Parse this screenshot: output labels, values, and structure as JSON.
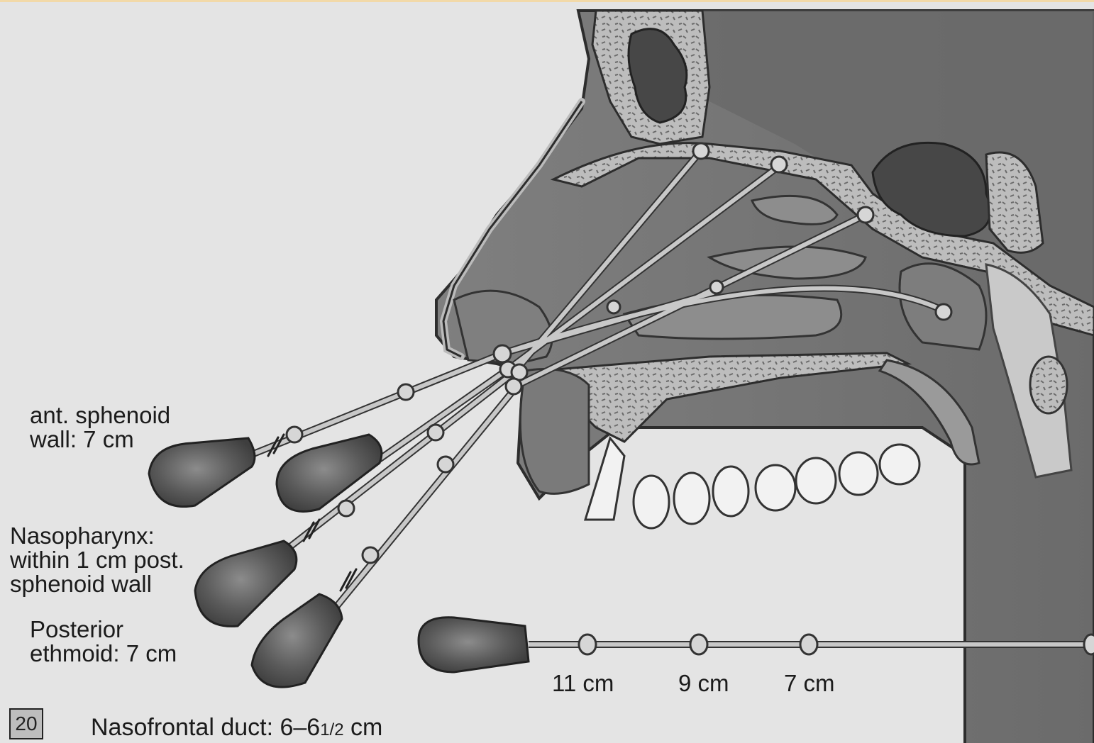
{
  "figure": {
    "number": "20",
    "caption_prefix": "Nasofrontal duct: 6–6",
    "caption_fraction": "1/2",
    "caption_suffix": " cm"
  },
  "labels": {
    "ant_sphenoid": "ant. sphenoid\nwall: 7 cm",
    "nasopharynx": "Nasopharynx:\nwithin 1 cm post.\nsphenoid wall",
    "posterior_ethmoid": "Posterior\nethmoid: 7 cm"
  },
  "scale_marks": [
    "11 cm",
    "9 cm",
    "7 cm"
  ],
  "colors": {
    "background": "#e4e4e4",
    "tissue_dark": "#6f6f6f",
    "tissue_mid": "#8a8a8a",
    "bone": "#b8b8b8",
    "sinus": "#4a4a4a",
    "applicator_bulb": "#555555",
    "teeth": "#f2f2f2"
  }
}
